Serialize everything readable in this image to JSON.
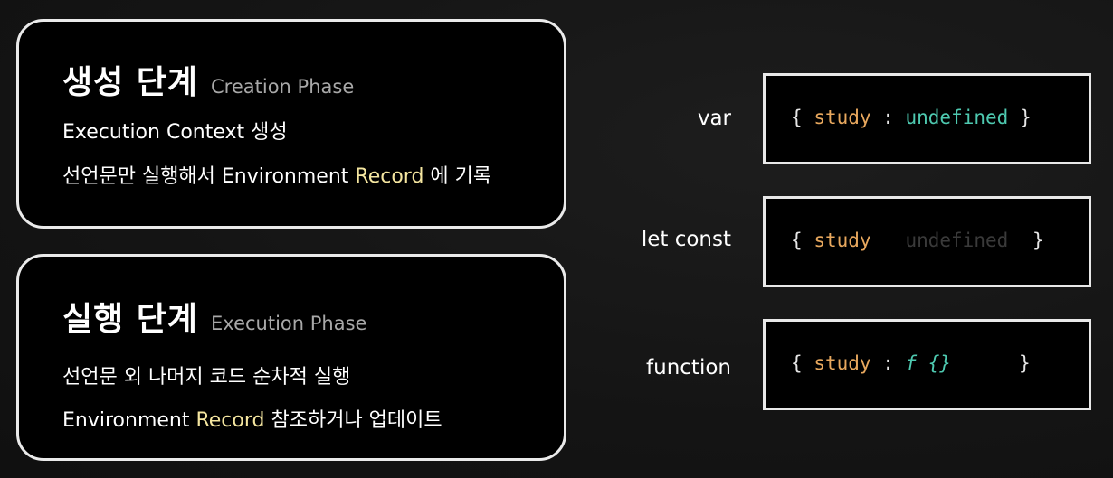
{
  "creation": {
    "title_ko": "생성 단계",
    "title_en": "Creation Phase",
    "line1": "Execution Context 생성",
    "line2_pre": "선언문만 실행해서 Environment ",
    "line2_hl": "Record",
    "line2_post": " 에 기록"
  },
  "execution": {
    "title_ko": "실행 단계",
    "title_en": "Execution Phase",
    "line1": "선언문 외 나머지 코드 순차적 실행",
    "line2_pre": "Environment ",
    "line2_hl": "Record",
    "line2_post": " 참조하거나 업데이트"
  },
  "rows": [
    {
      "label": "var",
      "open": "{",
      "key": "study",
      "colon": ":",
      "value": "undefined",
      "close": "}"
    },
    {
      "label": "let const",
      "open": "{",
      "key": "study",
      "faded": "undefined",
      "close": "}"
    },
    {
      "label": "function",
      "open": "{",
      "key": "study",
      "colon": ":",
      "value": "f {}",
      "close": "}"
    }
  ],
  "colors": {
    "highlight": "#f5e6a0",
    "key": "#e8a85e",
    "value": "#4ec9b0",
    "border": "#e8e8e8"
  }
}
